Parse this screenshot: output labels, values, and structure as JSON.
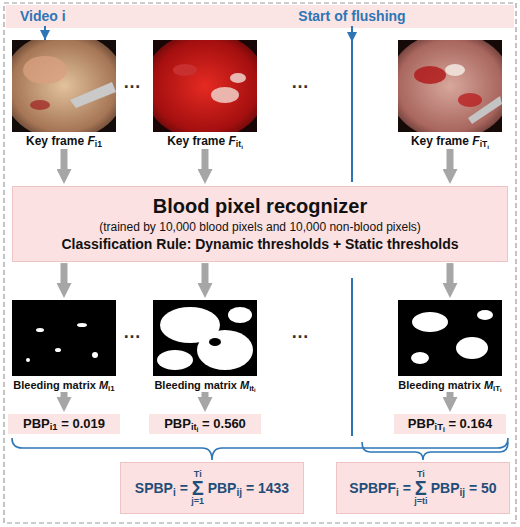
{
  "diagram": {
    "nodes": [
      {
        "text": [
          "Key frame Fi1"
        ]
      },
      {
        "text": [
          "Key frame Fiti"
        ]
      },
      {
        "text": [
          "Key frame FiTi"
        ]
      },
      {
        "text": [
          "Blood pixel recognizer",
          "(trained by 10,000 blood pixels and 10,000 non-blood pixels)",
          "Classification Rule: Dynamic thresholds + Static thresholds"
        ]
      },
      {
        "text": [
          "Bleeding matrix Mi1"
        ]
      },
      {
        "text": [
          "Bleeding matrix Miti"
        ]
      },
      {
        "text": [
          "Bleeding matrix MiTi"
        ]
      },
      {
        "text": [
          "PBPi1 = 0.019"
        ]
      },
      {
        "text": [
          "PBPiti = 0.560"
        ]
      },
      {
        "text": [
          "PBPiTi = 0.164"
        ]
      },
      {
        "text": [
          "SPBPi = Σ PBPij = 1433"
        ]
      },
      {
        "text": [
          "SPBPFi = Σ PBPij = 50"
        ]
      }
    ],
    "edges": [
      {
        "from": 0,
        "to": 3,
        "arrow": "to"
      },
      {
        "from": 1,
        "to": 3,
        "arrow": "to"
      },
      {
        "from": 2,
        "to": 3,
        "arrow": "to"
      },
      {
        "from": 3,
        "to": 4,
        "arrow": "to"
      },
      {
        "from": 3,
        "to": 5,
        "arrow": "to"
      },
      {
        "from": 3,
        "to": 6,
        "arrow": "to"
      },
      {
        "from": 4,
        "to": 7,
        "arrow": "to"
      },
      {
        "from": 5,
        "to": 8,
        "arrow": "to"
      },
      {
        "from": 6,
        "to": 9,
        "arrow": "to"
      }
    ],
    "labels": [
      "Video i",
      "Start of flushing",
      "…",
      "…",
      "…",
      "…",
      "Ti",
      "j=1",
      "Ti",
      "j=ti"
    ]
  }
}
